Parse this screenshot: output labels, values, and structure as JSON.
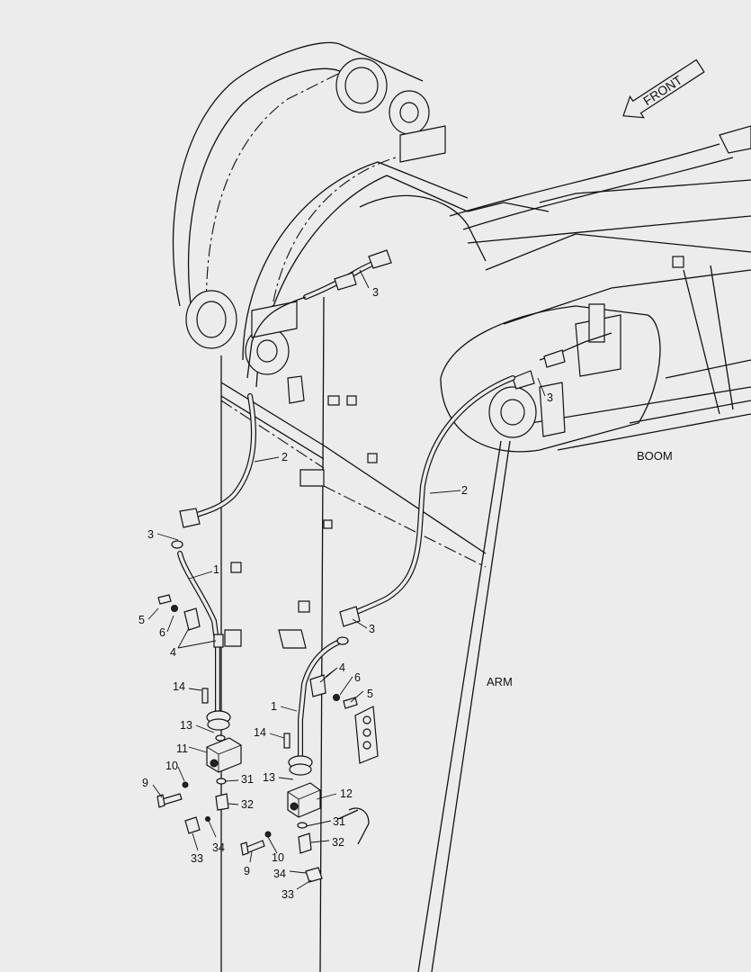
{
  "labels": {
    "front": "FRONT",
    "boom": "BOOM",
    "arm": "ARM"
  },
  "callouts": {
    "c3_top": "3",
    "c3_boom": "3",
    "c2_left": "2",
    "c2_right": "2",
    "c3_left": "3",
    "c1_left": "1",
    "c5_left": "5",
    "c6_left": "6",
    "c4_left": "4",
    "c14_left": "14",
    "c13_left": "13",
    "c11": "11",
    "c10_left": "10",
    "c9_left": "9",
    "c31_left": "31",
    "c32_left": "32",
    "c34_left": "34",
    "c33_left": "33",
    "c3_right": "3",
    "c4_right": "4",
    "c6_right": "6",
    "c5_right": "5",
    "c1_right": "1",
    "c14_right": "14",
    "c13_right": "13",
    "c12": "12",
    "c31_right": "31",
    "c32_right": "32",
    "c10_right": "10",
    "c9_right": "9",
    "c34_right": "34",
    "c33_right": "33"
  }
}
